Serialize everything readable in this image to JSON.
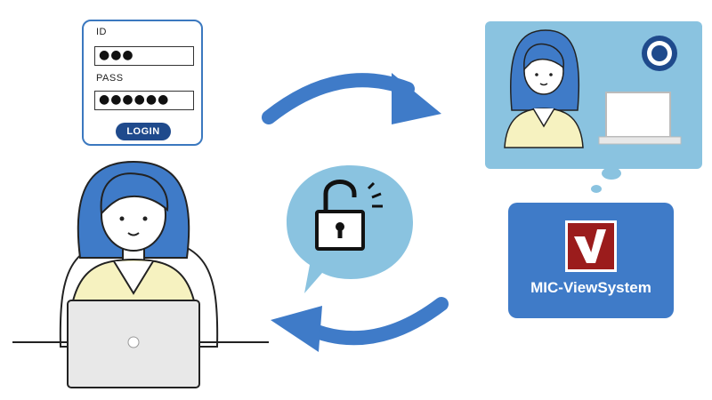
{
  "login": {
    "id_label": "ID",
    "id_value": "●●●",
    "pass_label": "PASS",
    "pass_value": "●●●●●●",
    "button_label": "LOGIN"
  },
  "system": {
    "name": "MIC-ViewSystem"
  },
  "colors": {
    "primary_blue": "#3f7bc8",
    "light_blue": "#8ac3e0",
    "dark_blue": "#1f4a8c",
    "shirt_yellow": "#f6f2c0"
  },
  "icons": [
    "laptop-icon",
    "lock-open-icon",
    "circle-check-icon",
    "mic-logo-icon",
    "arrow-right-icon",
    "arrow-left-icon"
  ]
}
